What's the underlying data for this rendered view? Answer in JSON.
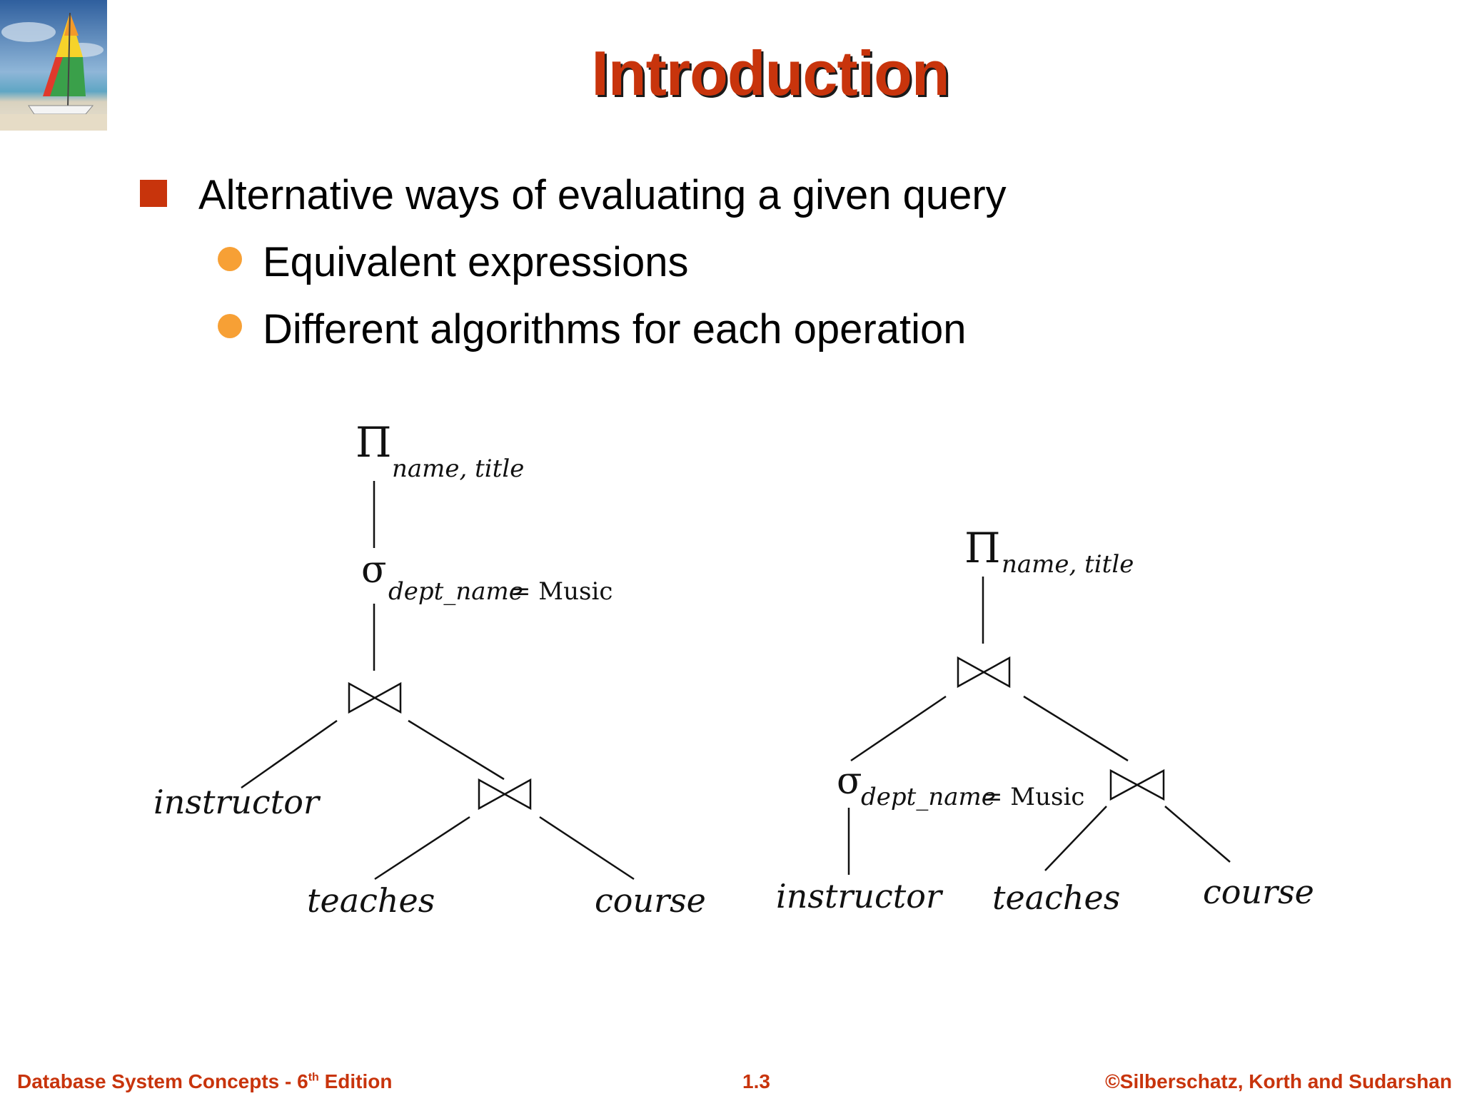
{
  "slide": {
    "title": "Introduction",
    "bullets": [
      {
        "text": "Alternative ways of evaluating a given query",
        "subbullets": [
          "Equivalent expressions",
          "Different algorithms for each operation"
        ]
      }
    ]
  },
  "diagram": {
    "left_tree": {
      "projection_symbol": "Π",
      "projection_attrs": "name, title",
      "selection_symbol": "σ",
      "selection_attr": "dept_name",
      "selection_op": "= Music",
      "leaves": [
        "instructor",
        "teaches",
        "course"
      ]
    },
    "right_tree": {
      "projection_symbol": "Π",
      "projection_attrs": "name, title",
      "selection_symbol": "σ",
      "selection_attr": "dept_name",
      "selection_op": "= Music",
      "leaves": [
        "instructor",
        "teaches",
        "course"
      ]
    }
  },
  "footer": {
    "left": "Database System Concepts - 6",
    "left_sup": "th",
    "left_end": " Edition",
    "center": "1.3",
    "right": "©Silberschatz, Korth and Sudarshan"
  },
  "colors": {
    "accent": "#c8340c",
    "subbullet": "#f7a035"
  }
}
